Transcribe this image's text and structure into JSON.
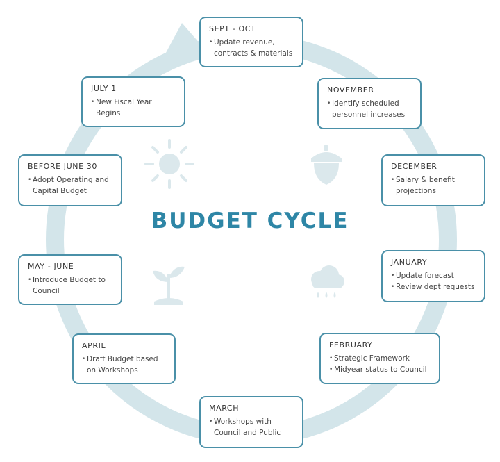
{
  "title": "BUDGET CYCLE",
  "colors": {
    "ring": "#d3e5ea",
    "box_border": "#4a90a8",
    "title": "#2e86a6",
    "icon": "#dbe8ec"
  },
  "stages": [
    {
      "heading": "SEPT - OCT",
      "items": [
        "Update revenue, contracts & materials"
      ]
    },
    {
      "heading": "NOVEMBER",
      "items": [
        "Identify scheduled personnel increases"
      ]
    },
    {
      "heading": "DECEMBER",
      "items": [
        "Salary & benefit projections"
      ]
    },
    {
      "heading": "JANUARY",
      "items": [
        "Update forecast",
        "Review dept requests"
      ]
    },
    {
      "heading": "FEBRUARY",
      "items": [
        "Strategic Framework",
        "Midyear status to Council"
      ]
    },
    {
      "heading": "MARCH",
      "items": [
        "Workshops with Council and Public"
      ]
    },
    {
      "heading": "APRIL",
      "items": [
        "Draft Budget based on Workshops"
      ]
    },
    {
      "heading": "MAY - JUNE",
      "items": [
        "Introduce Budget to Council"
      ]
    },
    {
      "heading": "BEFORE JUNE 30",
      "items": [
        "Adopt Operating and Capital Budget"
      ]
    },
    {
      "heading": "JULY 1",
      "items": [
        "New Fiscal Year Begins"
      ]
    }
  ],
  "icons": [
    "sun-icon",
    "acorn-icon",
    "rain-cloud-icon",
    "sprout-icon"
  ]
}
